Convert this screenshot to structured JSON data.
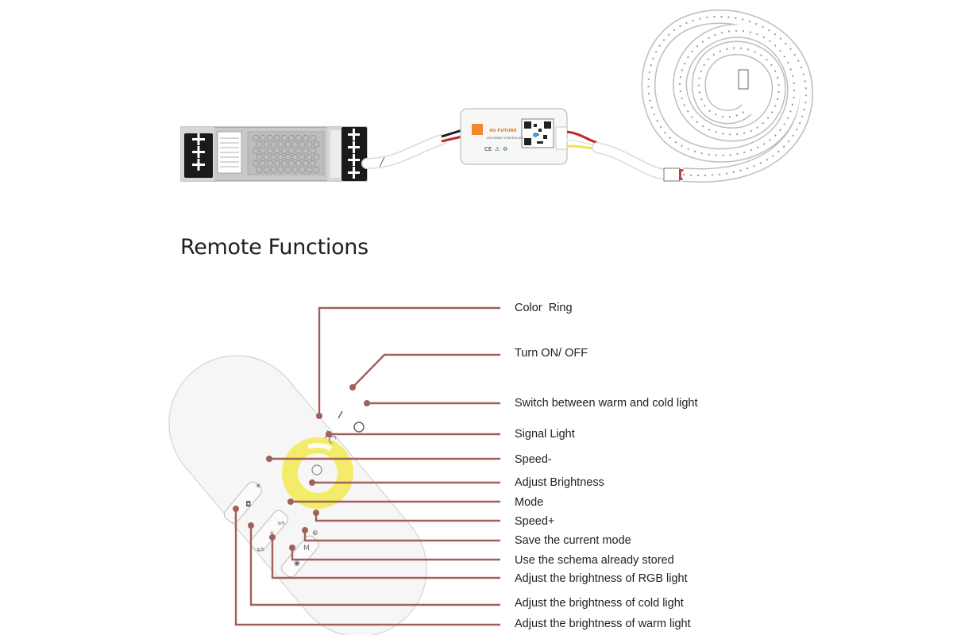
{
  "section_title": "Remote Functions",
  "controller_brand": "4U FUTURE",
  "controller_subtitle": "LED SMART CONTROLLER",
  "remote_mark": "TC",
  "callouts": [
    "Color  Ring",
    "Turn ON/ OFF",
    "Switch between warm and cold light",
    "Signal Light",
    "Speed-",
    "Adjust Brightness",
    "Mode",
    "Speed+",
    "Save the current mode",
    "Use the schema already stored",
    "Adjust the brightness of RGB light",
    "Adjust the brightness of cold light",
    "Adjust the brightness of warm light"
  ],
  "colors": {
    "leader_line": "#a0605c",
    "color_ring": "#f3ec6a",
    "wire_red": "#c0272d",
    "wire_black": "#1a1a1a",
    "wire_yellow": "#f4e04d"
  }
}
